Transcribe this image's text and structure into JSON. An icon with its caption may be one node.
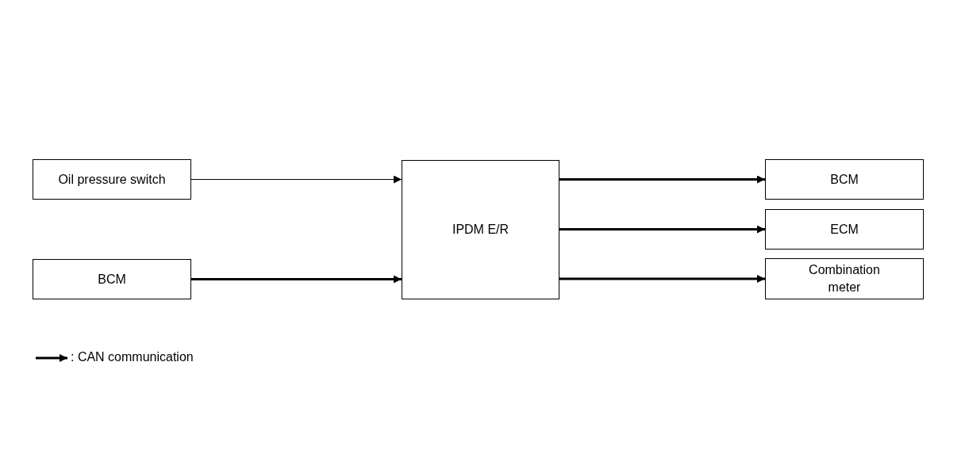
{
  "diagram": {
    "nodes": [
      {
        "text": [
          "Oil pressure switch"
        ]
      },
      {
        "text": [
          "BCM"
        ]
      },
      {
        "text": [
          "IPDM E/R"
        ]
      },
      {
        "text": [
          "BCM"
        ]
      },
      {
        "text": [
          "ECM"
        ]
      },
      {
        "text": [
          "Combination meter"
        ]
      }
    ],
    "edges": [
      {
        "from": 0,
        "to": 2,
        "arrow": "to"
      },
      {
        "from": 1,
        "to": 2,
        "arrow": "to"
      },
      {
        "from": 2,
        "to": 3,
        "arrow": "to"
      },
      {
        "from": 2,
        "to": 4,
        "arrow": "to"
      },
      {
        "from": 2,
        "to": 5,
        "arrow": "to"
      }
    ],
    "legend": [
      {
        "text": ": CAN communication"
      }
    ]
  }
}
